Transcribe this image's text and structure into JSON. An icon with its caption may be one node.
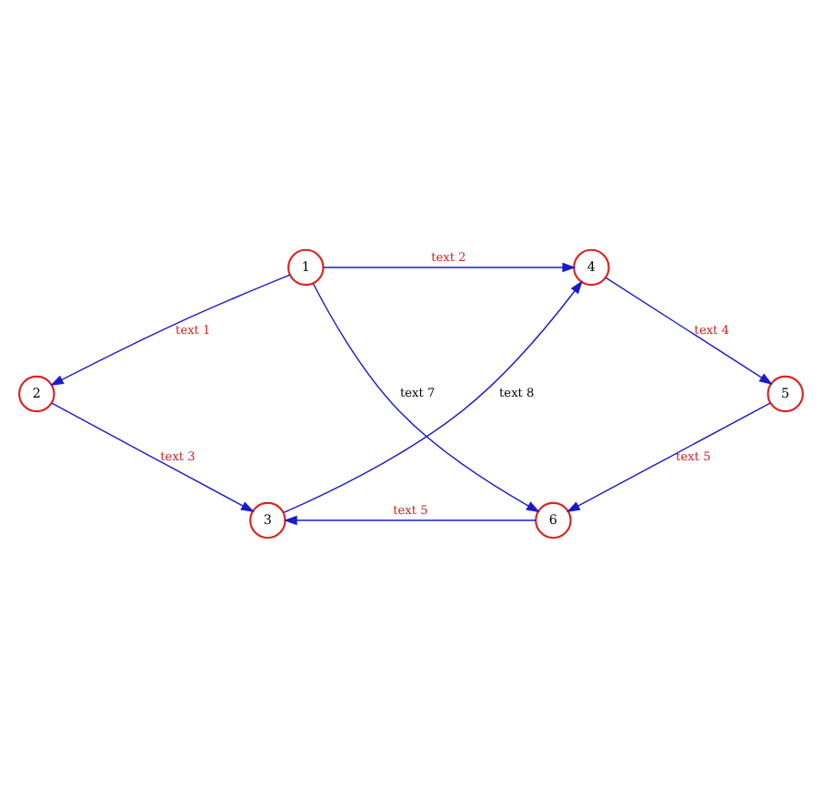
{
  "diagram": {
    "nodes": [
      {
        "text": [
          "1"
        ]
      },
      {
        "text": [
          "2"
        ]
      },
      {
        "text": [
          "3"
        ]
      },
      {
        "text": [
          "4"
        ]
      },
      {
        "text": [
          "5"
        ]
      },
      {
        "text": [
          "6"
        ]
      }
    ],
    "edges": [
      {
        "from": 0,
        "to": 3,
        "arrow": "to",
        "label": "text 2"
      },
      {
        "from": 0,
        "to": 1,
        "arrow": "to",
        "label": "text 1"
      },
      {
        "from": 3,
        "to": 4,
        "arrow": "to",
        "label": "text 4"
      },
      {
        "from": 0,
        "to": 5,
        "arrow": "to",
        "label": "text 7"
      },
      {
        "from": 1,
        "to": 2,
        "arrow": "to",
        "label": "text 3"
      },
      {
        "from": 2,
        "to": 3,
        "arrow": "to",
        "label": "text 8"
      },
      {
        "from": 4,
        "to": 5,
        "arrow": "to",
        "label": "text 5"
      },
      {
        "from": 5,
        "to": 2,
        "arrow": "to",
        "label": "text 5"
      }
    ]
  }
}
